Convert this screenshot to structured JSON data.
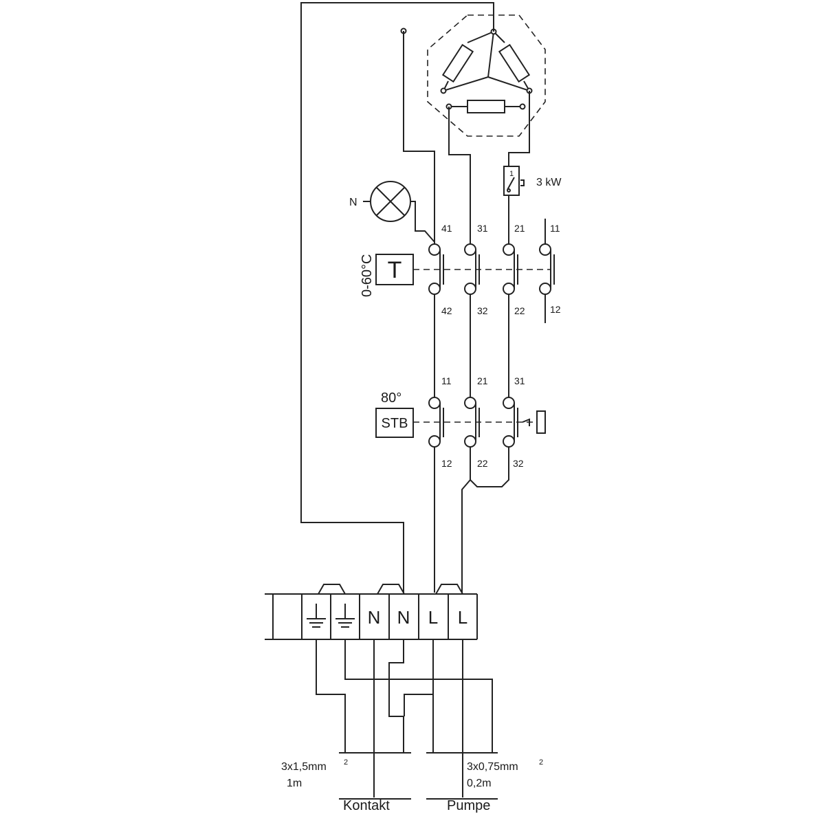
{
  "heater": {
    "rating": "3 kW",
    "limiter_mark": "1"
  },
  "lamp": {
    "label": "N"
  },
  "thermostat": {
    "symbol": "T",
    "range": "0-60°C",
    "terminals_top": [
      "41",
      "31",
      "21",
      "11"
    ],
    "terminals_bottom": [
      "42",
      "32",
      "22",
      "12"
    ]
  },
  "stb": {
    "symbol": "STB",
    "temperature": "80°",
    "terminals_top": [
      "11",
      "21",
      "31"
    ],
    "terminals_bottom": [
      "12",
      "22",
      "32"
    ]
  },
  "terminal_block": {
    "labels": [
      "N",
      "N",
      "L",
      "L"
    ]
  },
  "cables": {
    "contact": {
      "spec": "3x1,5mm",
      "sup": "2",
      "length": "1m",
      "name": "Kontakt"
    },
    "pump": {
      "spec": "3x0,75mm",
      "sup": "2",
      "length": "0,2m",
      "name": "Pumpe"
    }
  }
}
